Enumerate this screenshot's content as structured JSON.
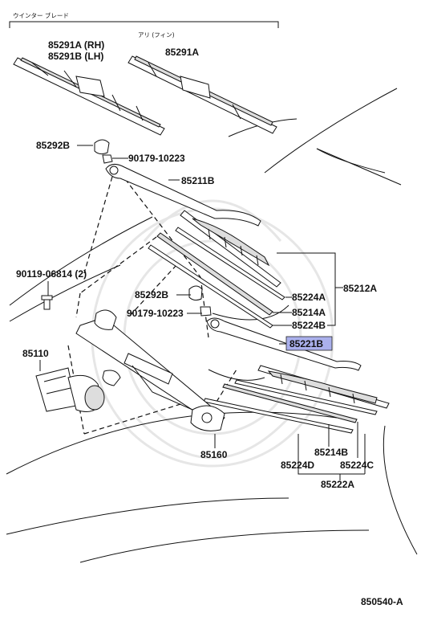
{
  "header": {
    "group_title": "ウインター ブレード",
    "option_note": "アリ (フィン)"
  },
  "parts": {
    "blade_rh": "85291A (RH)",
    "blade_lh": "85291B (LH)",
    "blade_alt": "85291A",
    "cap_upper": "85292B",
    "nut_upper": "90179-10223",
    "arm_upper": "85211B",
    "blade_assy_upper": "85212A",
    "refill_upper_a": "85224A",
    "rubber_upper": "85214A",
    "refill_upper_b": "85224B",
    "bolt_left": "90119-06814 (2)",
    "cap_lower": "85292B",
    "nut_lower": "90179-10223",
    "arm_lower": "85221B",
    "motor": "85110",
    "link": "85160",
    "rubber_lower": "85214B",
    "refill_lower_d": "85224D",
    "refill_lower_c": "85224C",
    "blade_assy_lower": "85222A"
  },
  "footer": {
    "diagram_id": "850540-A"
  },
  "colors": {
    "highlight": "#aab0ec",
    "line": "#111111"
  }
}
